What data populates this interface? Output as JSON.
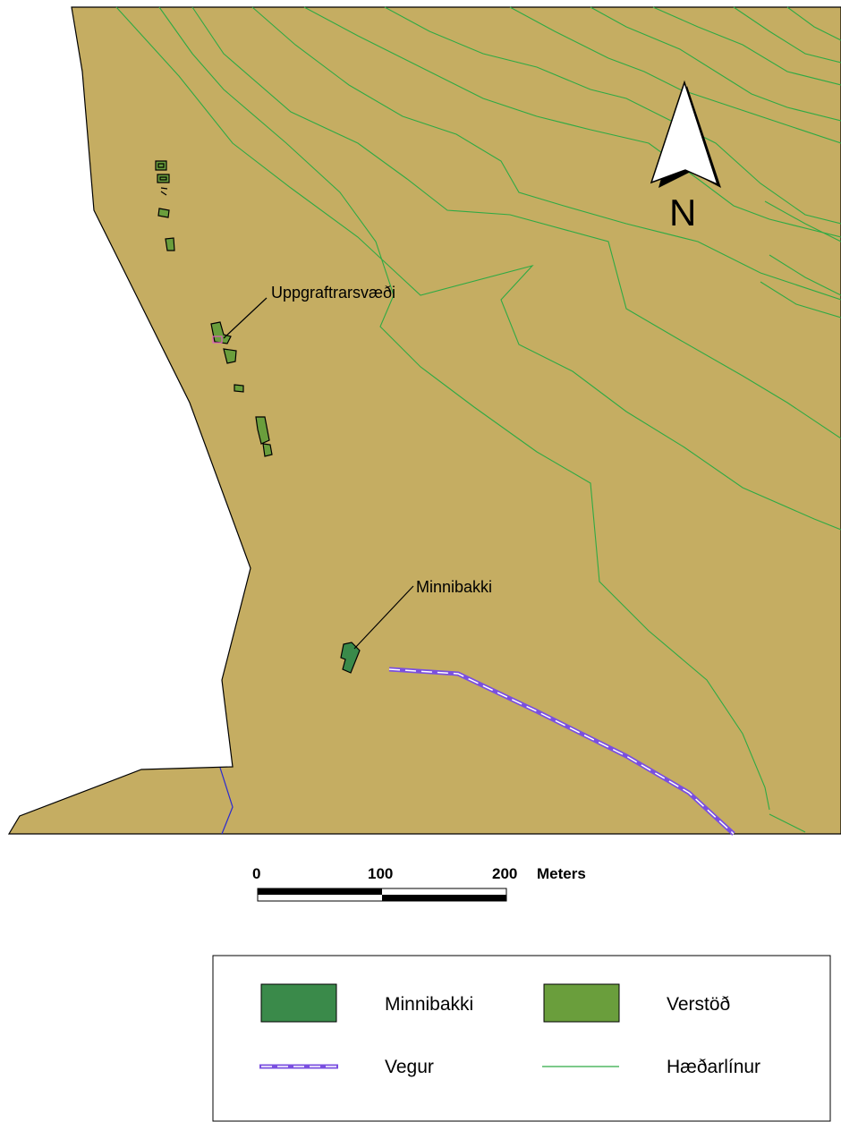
{
  "map": {
    "labels": {
      "site": "Uppgraftrarsvæði",
      "farm": "Minnibakki"
    },
    "north_label": "N",
    "scale_bar": {
      "ticks": [
        "0",
        "100",
        "200"
      ],
      "unit": "Meters"
    },
    "legend": {
      "items": [
        {
          "label": "Minnibakki",
          "symbol": "fill",
          "color": "#3a8a4a"
        },
        {
          "label": "Verstöð",
          "symbol": "fill",
          "color": "#6a9e3c"
        },
        {
          "label": "Vegur",
          "symbol": "road",
          "color": "#7a4fe0"
        },
        {
          "label": "Hæðarlínur",
          "symbol": "line",
          "color": "#2faa44"
        }
      ]
    },
    "colors": {
      "land": "#c5ad62",
      "water": "#ffffff",
      "contour": "#2faa44",
      "road": "#7a4fe0",
      "stream": "#2a2ad0",
      "minnibakki": "#3a8a4a",
      "verstod": "#6a9e3c"
    }
  }
}
